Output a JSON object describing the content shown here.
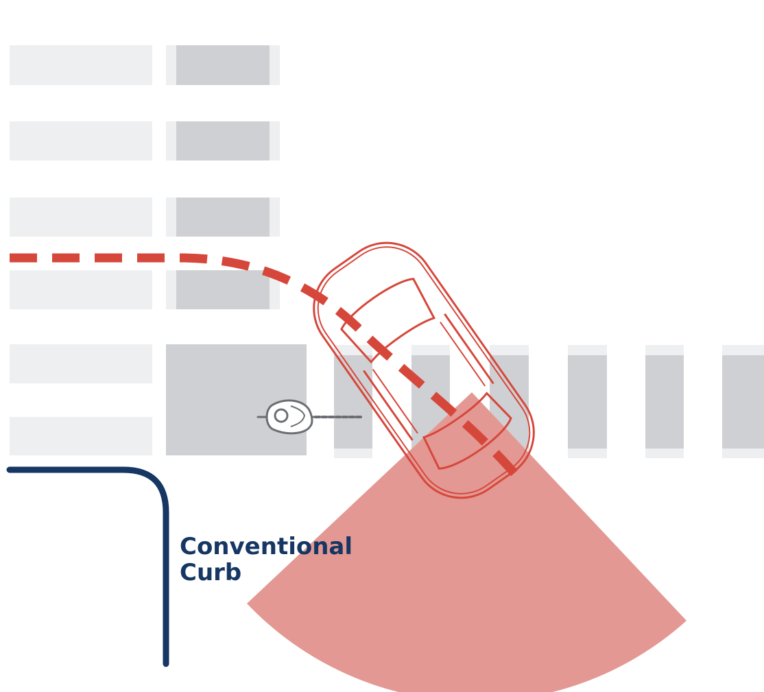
{
  "label": {
    "line1": "Conventional",
    "line2": "Curb"
  },
  "colors": {
    "curb": "#163663",
    "path_and_vehicle": "#d6473b",
    "sight_cone": "#e39893",
    "crosswalk_light": "#eeeff1",
    "crosswalk_dark": "#cfd0d3",
    "bike_lane": "#cfd0d3",
    "cyclist": "#6b6d72"
  },
  "icons": {
    "vehicle": "car-icon",
    "cyclist": "bicycle-icon",
    "turning_path": "dashed-path",
    "visibility": "sight-cone"
  }
}
